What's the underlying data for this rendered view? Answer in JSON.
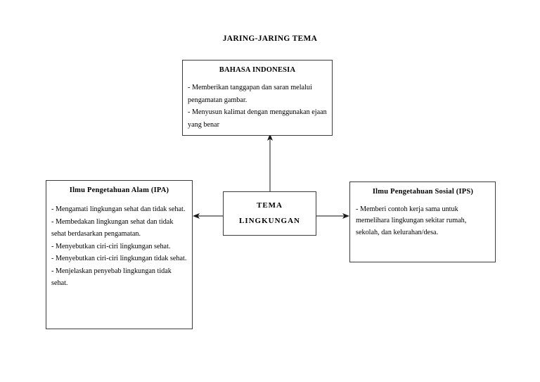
{
  "page": {
    "title": "JARING-JARING TEMA",
    "background_color": "#ffffff",
    "line_color": "#3c3c3c",
    "text_color": "#000000"
  },
  "nodes": {
    "center": {
      "line1": "TEMA",
      "line2": "LINGKUNGAN"
    },
    "bahasa_indonesia": {
      "title": "BAHASA INDONESIA",
      "items": [
        "- Memberikan tanggapan dan saran melalui pengamatan gambar.",
        "- Menyusun kalimat dengan menggunakan ejaan yang benar"
      ]
    },
    "ipa": {
      "title": "Ilmu Pengetahuan Alam (IPA)",
      "items": [
        "- Mengamati lingkungan sehat dan tidak sehat.",
        "- Membedakan lingkungan sehat dan tidak sehat berdasarkan pengamatan.",
        "- Menyebutkan ciri-ciri lingkungan sehat.",
        "- Menyebutkan ciri-ciri lingkungan tidak sehat.",
        "- Menjelaskan penyebab lingkungan tidak sehat."
      ]
    },
    "ips": {
      "title": "Ilmu Pengetahuan Sosial (IPS)",
      "items": [
        "- Memberi contoh kerja sama untuk memelihara lingkungan sekitar rumah, sekolah, dan kelurahan/desa."
      ]
    }
  },
  "connectors": [
    {
      "name": "center-to-bahasa",
      "direction": "up"
    },
    {
      "name": "center-to-ipa",
      "direction": "left"
    },
    {
      "name": "center-to-ips",
      "direction": "right"
    }
  ]
}
